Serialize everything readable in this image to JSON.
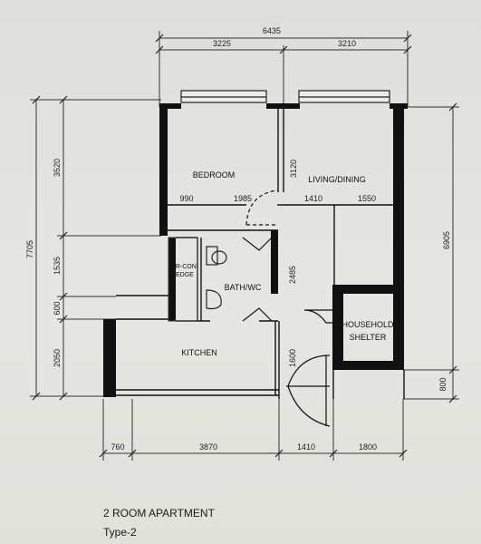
{
  "caption": {
    "title": "2 ROOM APARTMENT",
    "subtitle": "Type-2"
  },
  "dimensions": {
    "top_total": "6435",
    "top_left": "3225",
    "top_right": "3210",
    "left_total": "7705",
    "left_a": "3520",
    "left_b": "1535",
    "left_c": "600",
    "left_d": "2050",
    "right_total": "6905",
    "right_bottom": "800",
    "bottom_a": "760",
    "bottom_b": "3870",
    "bottom_c": "1410",
    "bottom_d": "1800",
    "inner_990": "990",
    "inner_1985": "1985",
    "inner_1410": "1410",
    "inner_1550": "1550",
    "inner_3120": "3120",
    "inner_2485": "2485",
    "inner_1600": "1600"
  },
  "rooms": {
    "bedroom": "BEDROOM",
    "living": "LIVING/DINING",
    "bath": "BATH/WC",
    "aircon_1": "AIR-CON",
    "aircon_2": "LEDGE",
    "kitchen": "KITCHEN",
    "shelter_1": "HOUSEHOLD",
    "shelter_2": "SHELTER"
  }
}
